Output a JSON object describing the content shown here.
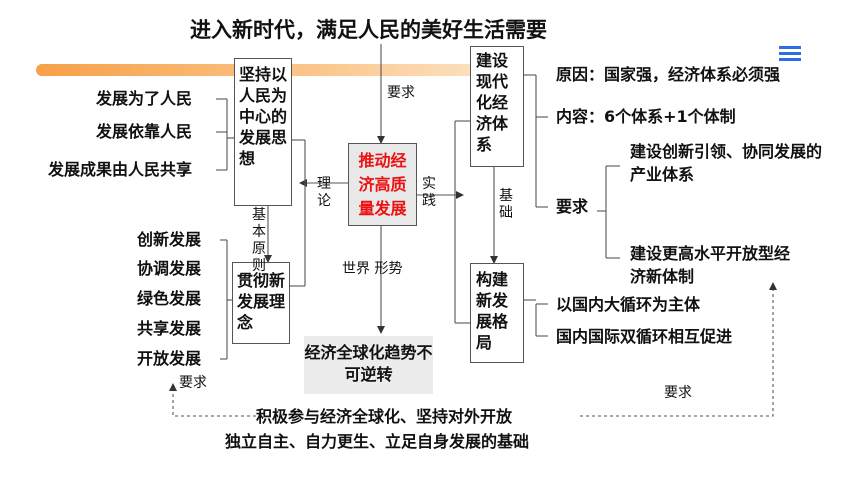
{
  "title": "进入新时代，满足人民的美好生活需要",
  "colors": {
    "accent_bar": "#f7a048",
    "core_text": "#ee1111",
    "core_bg": "#e8e8e8",
    "globe_bg": "#ececec",
    "menu_icon": "#2f6ee0"
  },
  "icons": {
    "menu": "menu-icon"
  },
  "core": "推动经济高质量发展",
  "people_center": {
    "box": "坚持以人民为中心的发展思想",
    "items": [
      "发展为了人民",
      "发展依靠人民",
      "发展成果由人民共享"
    ]
  },
  "new_concept": {
    "box": "贯彻新发展理念",
    "items": [
      "创新发展",
      "协调发展",
      "绿色发展",
      "共享发展",
      "开放发展"
    ]
  },
  "modern_economy": {
    "box": "建设现代化经济体系",
    "reason": "原因：国家强，经济体系必须强",
    "content": "内容：6个体系+1个体制",
    "requirement_label": "要求",
    "req1": "建设创新引领、协同发展的产业体系",
    "req2": "建设更高水平开放型经济新体制"
  },
  "new_pattern": {
    "box": "构建新发展格局",
    "items": [
      "以国内大循环为主体",
      "国内国际双循环相互促进"
    ]
  },
  "globalization": "经济全球化趋势不可逆转",
  "labels": {
    "demand": "要求",
    "theory": "理论",
    "practice": "实践",
    "basic_principle": "基本原则",
    "foundation": "基础",
    "world_situation": "世界 形势",
    "left_demand": "要求",
    "right_demand": "要求"
  },
  "bottom": {
    "line1": "积极参与经济全球化、坚持对外开放",
    "line2": "独立自主、自力更生、立足自身发展的基础"
  }
}
